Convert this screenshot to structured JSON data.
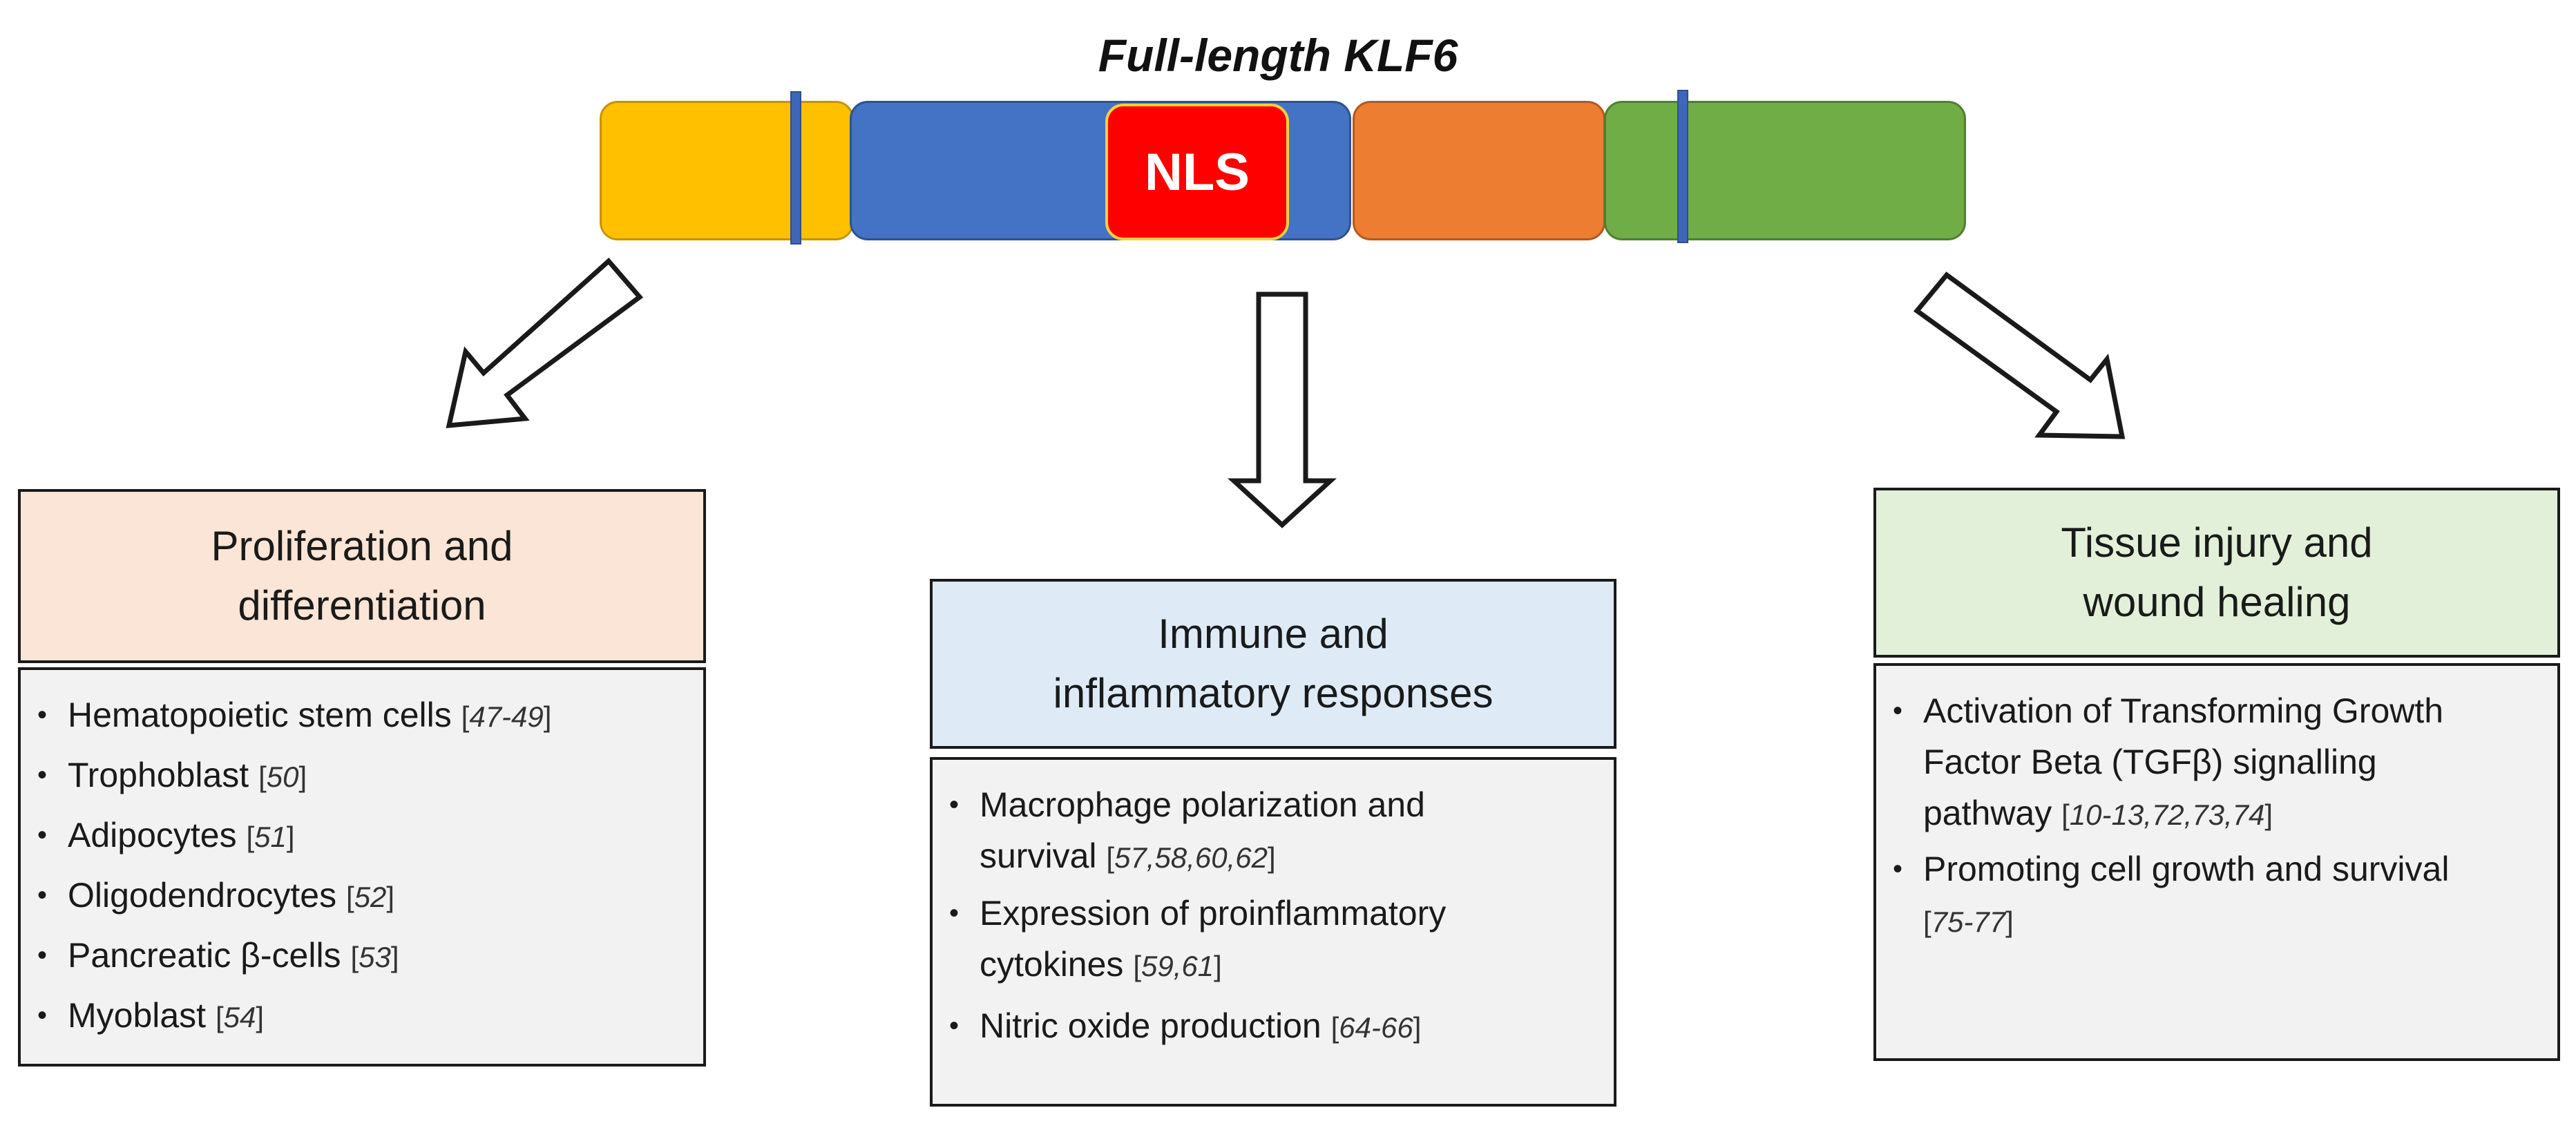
{
  "title": "Full-length KLF6",
  "domain_label": "NLS",
  "colors": {
    "segment_yellow": "#ffc000",
    "segment_blue": "#4472c4",
    "segment_orange": "#ed7d31",
    "segment_green": "#70ad47",
    "nls_red": "#ff0000",
    "box_peach": "#fbe5d6",
    "box_lightblue": "#deebf7",
    "box_lightgreen": "#e2f0d9",
    "list_gray": "#f2f2f2"
  },
  "left": {
    "heading_line1": "Proliferation and",
    "heading_line2": "differentiation",
    "items": [
      {
        "text": "Hematopoietic stem cells",
        "ref": "47-49"
      },
      {
        "text": "Trophoblast",
        "ref": "50"
      },
      {
        "text": "Adipocytes",
        "ref": "51"
      },
      {
        "text": "Oligodendrocytes",
        "ref": "52"
      },
      {
        "text": "Pancreatic β-cells",
        "ref": "53"
      },
      {
        "text": "Myoblast",
        "ref": "54"
      }
    ]
  },
  "middle": {
    "heading_line1": "Immune and",
    "heading_line2": "inflammatory responses",
    "items": [
      {
        "line1": "Macrophage polarization and",
        "line2": "survival",
        "ref": "57,58,60,62"
      },
      {
        "line1": "Expression of proinflammatory",
        "line2": "cytokines",
        "ref": "59,61"
      },
      {
        "text": "Nitric oxide production",
        "ref": "64-66"
      }
    ]
  },
  "right": {
    "heading_line1": "Tissue injury and",
    "heading_line2": "wound healing",
    "items": [
      {
        "line1": "Activation of Transforming Growth",
        "line2": "Factor Beta (TGFβ) signalling",
        "line3": "pathway",
        "ref": "10-13,72,73,74"
      },
      {
        "line1": "Promoting cell growth and survival",
        "ref": "75-77"
      }
    ]
  }
}
